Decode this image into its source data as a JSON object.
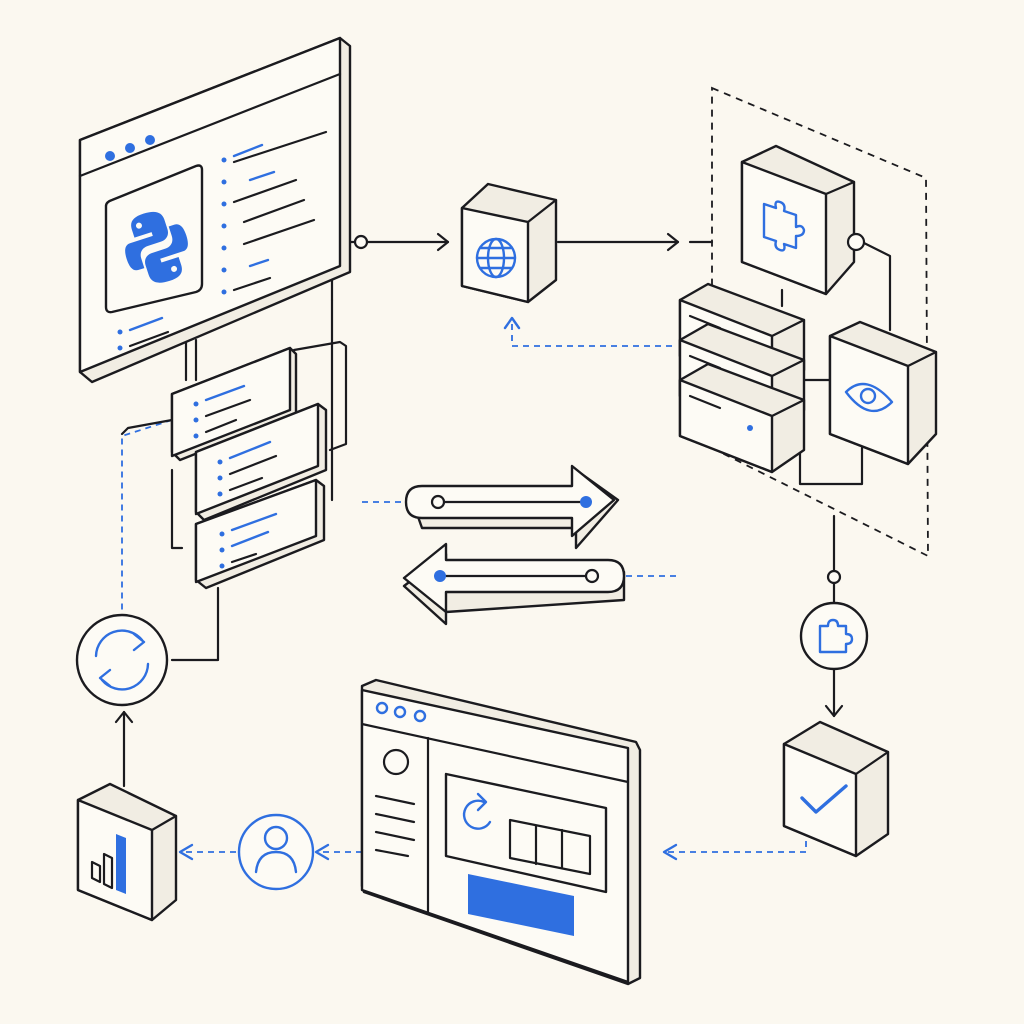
{
  "colors": {
    "background": "#fbf8f0",
    "outline": "#1b1b1f",
    "accent": "#2f6fe0"
  },
  "nodes": [
    {
      "id": "code-editor-window",
      "icon": "python-logo-icon"
    },
    {
      "id": "message-queue-stack",
      "icon": "code-lines-icon"
    },
    {
      "id": "globe-cube",
      "icon": "globe-icon"
    },
    {
      "id": "plugin-cube",
      "icon": "puzzle-icon"
    },
    {
      "id": "server-rack",
      "icon": "server-icon"
    },
    {
      "id": "monitor-cube",
      "icon": "eye-icon"
    },
    {
      "id": "plugin-badge",
      "icon": "puzzle-icon"
    },
    {
      "id": "check-cube",
      "icon": "check-icon"
    },
    {
      "id": "dashboard-window",
      "icon": "refresh-icon"
    },
    {
      "id": "user-badge",
      "icon": "user-icon"
    },
    {
      "id": "analytics-cube",
      "icon": "bar-chart-icon"
    },
    {
      "id": "sync-badge",
      "icon": "sync-icon"
    }
  ],
  "connectors": {
    "forward_arrow_icon": "arrow-right-icon",
    "backward_arrow_icon": "arrow-left-icon"
  }
}
